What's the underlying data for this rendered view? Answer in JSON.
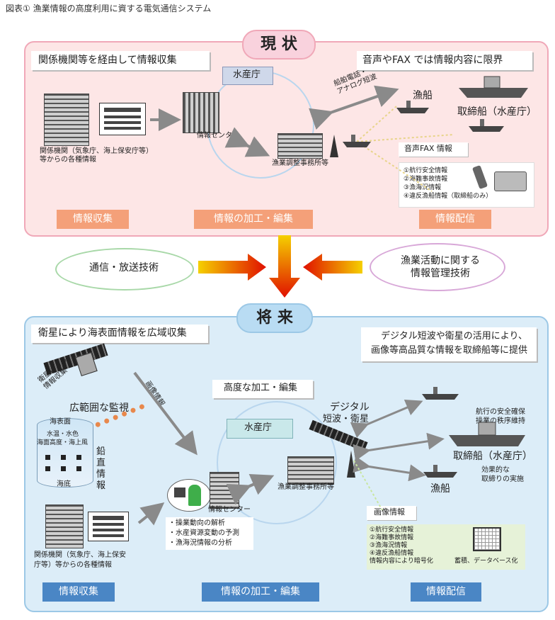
{
  "title": "図表① 漁業情報の高度利用に資する電気通信システム",
  "current": {
    "header": "現 状",
    "banner_left": "関係機関等を経由して情報収集",
    "banner_right": "音声やFAX では情報内容に限界",
    "suisancho": "水産庁",
    "center_label": "情報センター",
    "office_label": "漁業調整事務所等",
    "source_line1": "関係機関（気象庁、海上保安庁等）",
    "source_line2": "等からの各種情報",
    "comm_label": "船舶電話・\nアナログ短波",
    "fishing_boat": "漁船",
    "patrol_boat": "取締船（水産庁）",
    "voice_fax": "音声FAX 情報",
    "info_list": [
      "①航行安全情報",
      "②海難事故情報",
      "③漁海況情報",
      "④違反漁船情報（取締船のみ）"
    ],
    "sec_collect": "情報収集",
    "sec_process": "情報の加工・編集",
    "sec_deliver": "情報配信"
  },
  "middle": {
    "left_tech": "通信・放送技術",
    "right_tech_1": "漁業活動に関する",
    "right_tech_2": "情報管理技術"
  },
  "future": {
    "header": "将 来",
    "banner_left": "衛星により海表面情報を広域収集",
    "banner_right_1": "デジタル短波や衛星の活用により、",
    "banner_right_2": "画像等高品質な情報を取締船等に提供",
    "sat_obs": "衛星による\n情報収集",
    "image_info_diag": "画像情報",
    "wide_monitor": "広範囲な監視",
    "sea_surface": "海表面",
    "sea_params_1": "水温・水色",
    "sea_params_2": "海面高度・海上風",
    "vertical_info": "鉛\n直\n情\n報",
    "seabed": "海底",
    "advanced": "高度な加工・編集",
    "suisancho": "水産庁",
    "digital_1": "デジタル",
    "digital_2": "短波・衛星",
    "office_label": "漁業調整事務所等",
    "center_label": "情報センター",
    "analysis": [
      "・操業動向の解析",
      "・水産資源変動の予測",
      "・漁海況情報の分析"
    ],
    "source_line1": "関係機関（気象庁、海上保安",
    "source_line2": "庁等）等からの各種情報",
    "safety_1": "航行の安全確保",
    "safety_2": "操業の秩序維持",
    "patrol_boat": "取締船（水産庁）",
    "effective_1": "効果的な",
    "effective_2": "取締りの実施",
    "fishing_boat": "漁船",
    "image_info": "画像情報",
    "info_list": [
      "①航行安全情報",
      "②海難事故情報",
      "③漁海況情報",
      "④違反漁船情報",
      "情報内容により暗号化"
    ],
    "storage": "蓄積、データベース化",
    "sec_collect": "情報収集",
    "sec_process": "情報の加工・編集",
    "sec_deliver": "情報配信"
  },
  "colors": {
    "top_panel": "#fde6e6",
    "top_border": "#f0a8b8",
    "bottom_panel": "#dcedf8",
    "bottom_border": "#9cc8e6",
    "orange_sec": "#f4a079",
    "blue_sec": "#4a86c5",
    "arrow_top": "#f5d000",
    "arrow_bottom": "#e01000"
  }
}
